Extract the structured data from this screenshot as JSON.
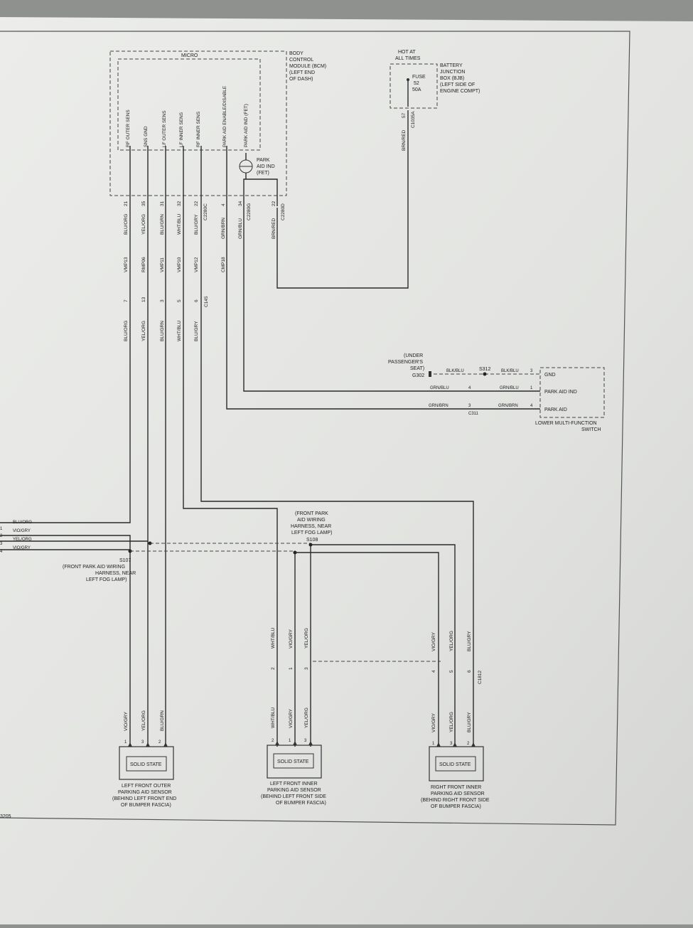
{
  "colors": {
    "paper": "#e6e7e4",
    "ink": "#2a2a2a",
    "background": "#8f918e"
  },
  "bcm": {
    "micro_label": "MICRO",
    "title_lines": [
      "BODY",
      "CONTROL",
      "MODULE (BCM)",
      "(LEFT END",
      "OF DASH)"
    ],
    "pins": [
      "RF OUTER SENS",
      "SNS GND",
      "LF OUTER SENS",
      "LF INNER SENS",
      "RF INNER SENS",
      "PARK AID ENABLE/DISABLE",
      "PARK AID IND (FET)"
    ],
    "fet_label_lines": [
      "PARK",
      "AID IND",
      "(FET)"
    ]
  },
  "bjb": {
    "hot_label_lines": [
      "HOT AT",
      "ALL TIMES"
    ],
    "fuse_lines": [
      "FUSE",
      "52",
      "50A"
    ],
    "title_lines": [
      "BATTERY",
      "JUNCTION",
      "BOX (BJB)",
      "(LEFT SIDE OF",
      "ENGINE COMPT)"
    ],
    "pin": "57",
    "connector": "C1035A",
    "wire": "BRN/RED"
  },
  "bcm_wires": [
    {
      "pin": "21",
      "color": "BLU/ORG",
      "circuit": "VMP13"
    },
    {
      "pin": "35",
      "color": "YEL/ORG",
      "circuit": "RMP06"
    },
    {
      "pin": "31",
      "color": "BLU/GRN",
      "circuit": "VMP11"
    },
    {
      "pin": "32",
      "color": "WHT/BLU",
      "circuit": "VMP10"
    },
    {
      "pin": "22",
      "color": "BLU/GRY",
      "circuit": "VMP12"
    },
    {
      "pin": "4",
      "color": "GRN/BRN",
      "circuit": "CMP18"
    },
    {
      "pin": "34",
      "color": "GRN/BLU",
      "circuit": ""
    },
    {
      "pin": "22",
      "color": "BRN/RED",
      "circuit": ""
    }
  ],
  "bcm_connectors": [
    "C2280C",
    "C2280G",
    "C2280D"
  ],
  "c145": {
    "connector": "C145",
    "pins": [
      "7",
      "13",
      "3",
      "5",
      "6"
    ],
    "colors": [
      "BLU/ORG",
      "YEL/ORG",
      "BLU/GRN",
      "WHT/BLU",
      "BLU/GRY"
    ]
  },
  "ground": {
    "location_lines": [
      "(UNDER",
      "PASSENGER'S",
      "SEAT)"
    ],
    "id": "G302",
    "splice": "S312"
  },
  "switch": {
    "title_lines": [
      "LOWER MULTI-FUNCTION",
      "SWITCH"
    ],
    "pins": [
      {
        "name": "GND",
        "pin": "3",
        "color": "BLK/BLU",
        "left_color": "BLK/BLU"
      },
      {
        "name": "PARK AID IND",
        "pin": "1",
        "color": "GRN/BLU",
        "left_color": "GRN/BLU",
        "mid_pin": "4"
      },
      {
        "name": "PARK AID",
        "pin": "4",
        "color": "GRN/BRN",
        "left_color": "GRN/BRN",
        "mid_pin": "3"
      }
    ],
    "connector": "C311"
  },
  "left_wires": [
    {
      "num": "1",
      "color": "BLU/ORG"
    },
    {
      "num": "2",
      "color": "VIO/GRY"
    },
    {
      "num": "3",
      "color": "YEL/ORG"
    },
    {
      "num": "4",
      "color": "VIO/GRY"
    }
  ],
  "s107": {
    "id": "S107",
    "desc_lines": [
      "(FRONT PARK AID WIRING",
      "HARNESS, NEAR",
      "LEFT FOG LAMP)"
    ]
  },
  "s108": {
    "id": "S108",
    "desc_lines": [
      "(FRONT PARK",
      "AID WIRING",
      "HARNESS, NEAR",
      "LEFT FOG LAMP)"
    ]
  },
  "c1812": {
    "connector": "C1812",
    "pins": [
      "2",
      "1",
      "3",
      "4",
      "5",
      "6"
    ],
    "colors": [
      "WHT/BLU",
      "VIO/GRY",
      "YEL/ORG",
      "VIO/GRY",
      "YEL/ORG",
      "BLU/GRY"
    ]
  },
  "sensors": [
    {
      "box": "SOLID STATE",
      "lines": [
        "LEFT FRONT OUTER",
        "PARKING AID SENSOR",
        "(BEHIND LEFT FRONT END",
        "OF BUMPER FASCIA)"
      ],
      "wires": [
        "VIO/GRY",
        "YEL/ORG",
        "BLU/GRN"
      ],
      "pins": [
        "1",
        "3",
        "2"
      ]
    },
    {
      "box": "SOLID STATE",
      "lines": [
        "LEFT FRONT INNER",
        "PARKING AID SENSOR",
        "(BEHIND LEFT FRONT SIDE",
        "OF BUMPER FASCIA)"
      ],
      "wires": [
        "WHT/BLU",
        "VIO/GRY",
        "YEL/ORG"
      ],
      "pins": [
        "2",
        "1",
        "3"
      ]
    },
    {
      "box": "SOLID STATE",
      "lines": [
        "RIGHT FRONT INNER",
        "PARKING AID SENSOR",
        "(BEHIND RIGHT FRONT SIDE",
        "OF BUMPER FASCIA)"
      ],
      "wires": [
        "VIO/GRY",
        "YEL/ORG",
        "BLU/GRY"
      ],
      "pins": [
        "1",
        "3",
        "2"
      ]
    }
  ],
  "page_number": "3205"
}
